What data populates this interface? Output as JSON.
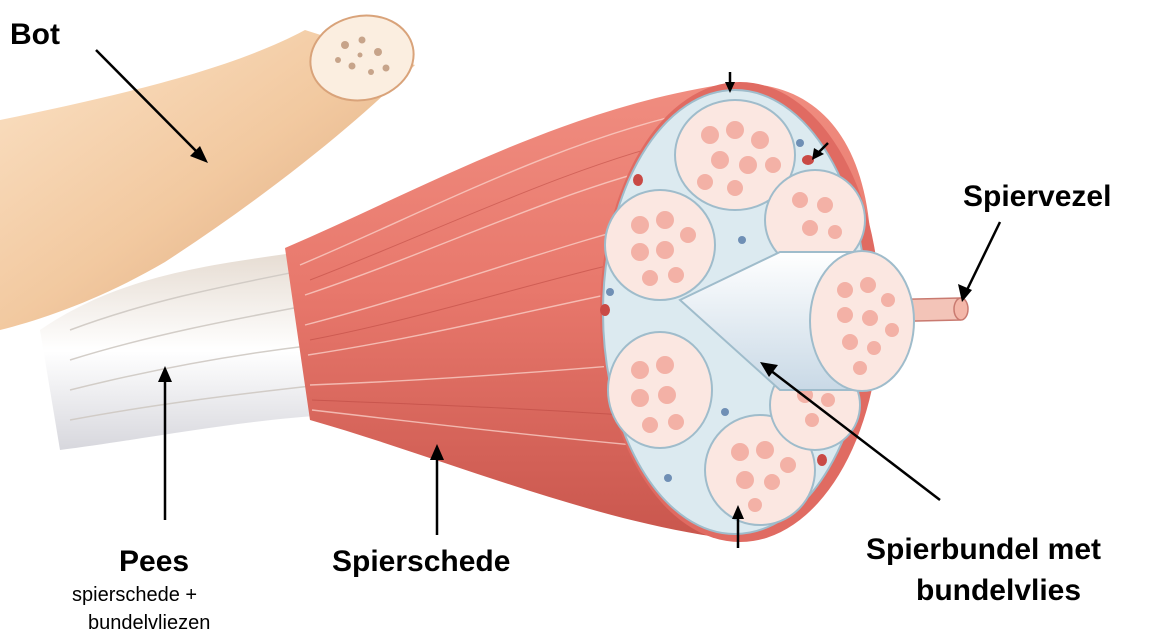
{
  "labels": {
    "bot": "Bot",
    "spiervezel": "Spiervezel",
    "pees": "Pees",
    "pees_sub_line1": "spierschede +",
    "pees_sub_line2": "bundelvliezen",
    "spierschede": "Spierschede",
    "spierbundel_line1": "Spierbundel met",
    "spierbundel_line2": "bundelvlies"
  },
  "colors": {
    "bone": "#f2c9a0",
    "tendon": "#f4f1ee",
    "muscle": "#e8786c",
    "sheath": "#c9dde6",
    "fiber": "#f3b1a6"
  }
}
